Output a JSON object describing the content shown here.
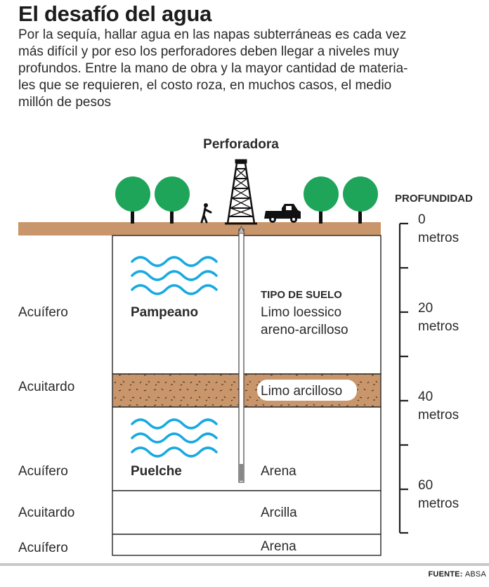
{
  "title": "El desafío del agua",
  "subtitle_lines": [
    "Por la sequía, hallar agua en las napas subterráneas es cada vez",
    "más difícil y por eso los perforadores deben llegar a niveles muy",
    "profundos. Entre la mano de obra y la mayor cantidad de materia-",
    "les que se requieren, el costo roza, en muchos casos, el medio",
    "millón de pesos"
  ],
  "rig_label": "Perforadora",
  "depth_scale": {
    "title": "PROFUNDIDAD",
    "marks": [
      {
        "value": "0",
        "unit": "metros"
      },
      {
        "value": "20",
        "unit": "metros"
      },
      {
        "value": "40",
        "unit": "metros"
      },
      {
        "value": "60",
        "unit": "metros"
      }
    ]
  },
  "soil_header": "TIPO DE SUELO",
  "layers": [
    {
      "kind": "Acuífero",
      "name": "Pampeano",
      "soil_lines": [
        "Limo loessico",
        "areno-arcilloso"
      ]
    },
    {
      "kind": "Acuitardo",
      "name": "",
      "soil_lines": [
        "Limo arcilloso"
      ]
    },
    {
      "kind": "Acuífero",
      "name": "Puelche",
      "soil_lines": [
        "Arena"
      ]
    },
    {
      "kind": "Acuitardo",
      "name": "",
      "soil_lines": [
        "Arcilla"
      ]
    },
    {
      "kind": "Acuífero",
      "name": "",
      "soil_lines": [
        "Arena"
      ]
    }
  ],
  "source": {
    "label": "FUENTE:",
    "value": "ABSA"
  },
  "colors": {
    "ground": "#c9956a",
    "clay_band": "#c9956a",
    "tree": "#1fa55a",
    "water": "#19a9e0",
    "outline": "#333333"
  },
  "icons": [
    "tree-icon",
    "person-icon",
    "drilling-rig-icon",
    "pickup-truck-icon",
    "water-waves-icon"
  ]
}
